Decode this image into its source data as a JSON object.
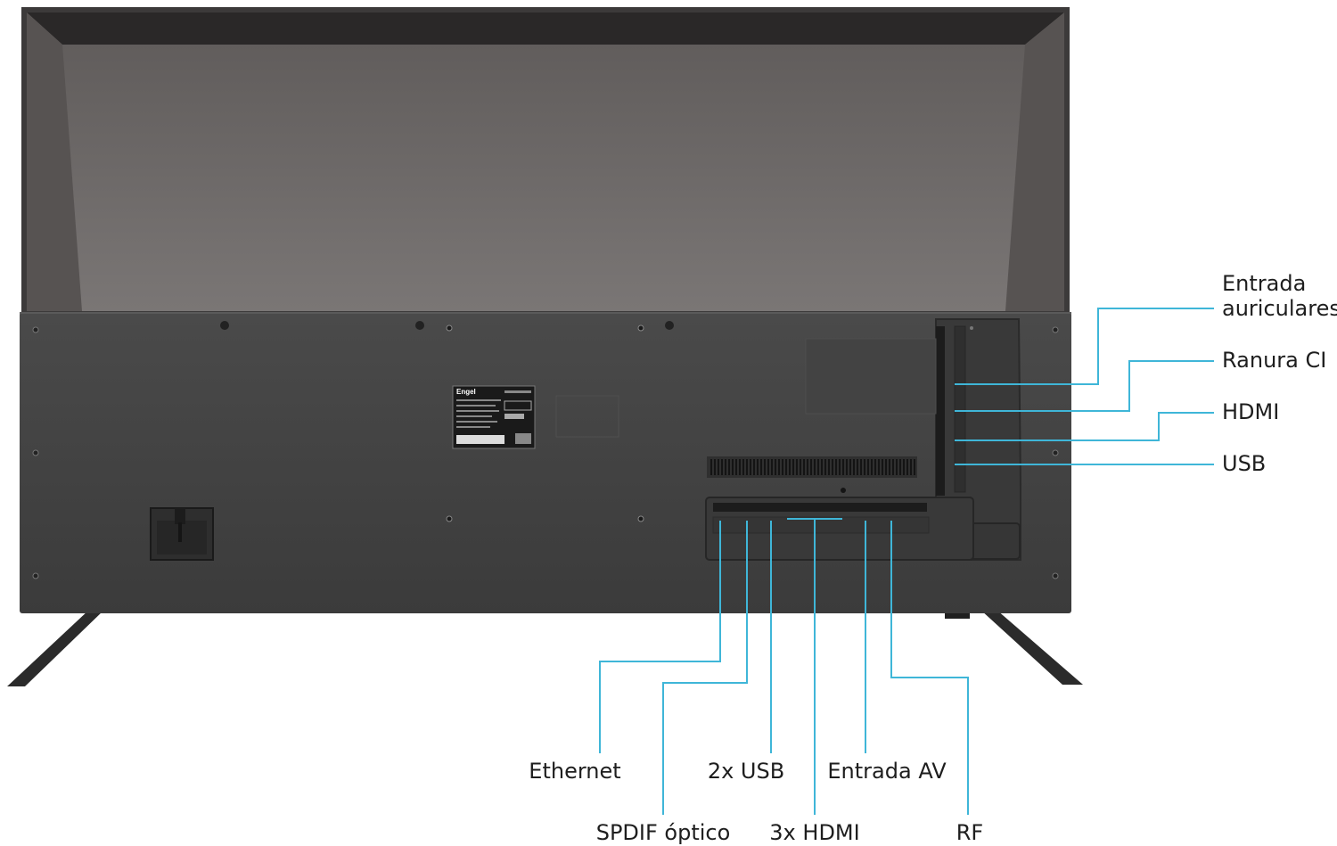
{
  "colors": {
    "leader_line": "#3fb6d8",
    "panel_upper": "#6e6a69",
    "panel_lower": "#424242",
    "label_text": "#1e1e1e"
  },
  "label_sticker": {
    "brand": "Engel"
  },
  "callouts_right": [
    {
      "id": "headphones",
      "lines": [
        "Entrada",
        "auriculares"
      ]
    },
    {
      "id": "ci-slot",
      "lines": [
        "Ranura CI"
      ]
    },
    {
      "id": "hdmi-side",
      "lines": [
        "HDMI"
      ]
    },
    {
      "id": "usb-side",
      "lines": [
        "USB"
      ]
    }
  ],
  "callouts_bottom": [
    {
      "id": "ethernet",
      "text": "Ethernet"
    },
    {
      "id": "spdif",
      "text": "SPDIF óptico"
    },
    {
      "id": "usb-bottom",
      "text": "2x USB"
    },
    {
      "id": "hdmi-bottom",
      "text": "3x HDMI"
    },
    {
      "id": "av-input",
      "text": "Entrada AV"
    },
    {
      "id": "rf",
      "text": "RF"
    }
  ]
}
